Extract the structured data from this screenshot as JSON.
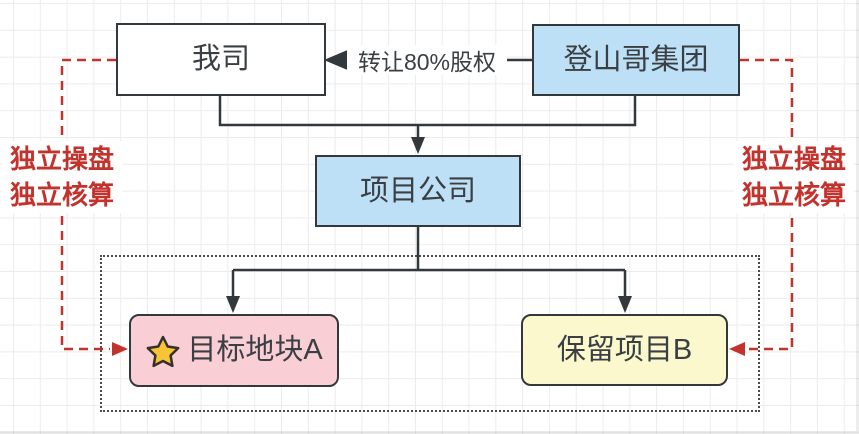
{
  "nodes": {
    "our_company": {
      "label": "我司"
    },
    "mountain_group": {
      "label": "登山哥集团"
    },
    "project_company": {
      "label": "项目公司"
    },
    "target_plot_a": {
      "label": "目标地块A"
    },
    "retained_project_b": {
      "label": "保留项目B"
    }
  },
  "edges": {
    "transfer_label": "转让80%股权"
  },
  "annotations": {
    "left": {
      "line1": "独立操盘",
      "line2": "独立核算"
    },
    "right": {
      "line1": "独立操盘",
      "line2": "独立核算"
    }
  },
  "colors": {
    "node_blue": "#bee0f6",
    "node_pink": "#f9cfd5",
    "node_yellow": "#faf8cc",
    "node_white": "#ffffff",
    "connector_dark": "#33383d",
    "annotation_red": "#c2332d",
    "star_gold": "#f7c437",
    "grid_line": "#ececec"
  }
}
